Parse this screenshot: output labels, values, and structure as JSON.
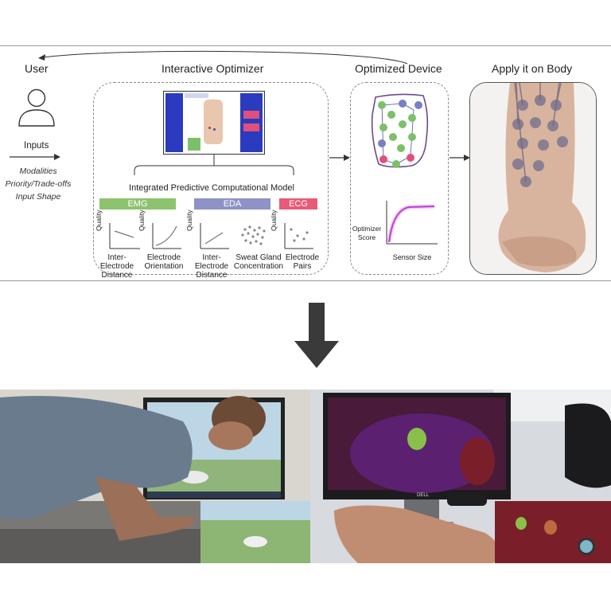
{
  "sections": {
    "user": "User",
    "optimizer": "Interactive Optimizer",
    "device": "Optimized Device",
    "apply": "Apply it on Body"
  },
  "inputs": {
    "title": "Inputs",
    "items": [
      "Modalities",
      "Priority/Trade-offs",
      "Input Shape"
    ]
  },
  "model": {
    "title": "Integrated Predictive Computational Model",
    "tags": [
      {
        "label": "EMG",
        "color": "#8dc26f"
      },
      {
        "label": "EDA",
        "color": "#8e92c6"
      },
      {
        "label": "ECG",
        "color": "#e85a78"
      }
    ],
    "plot_axis_label": "Quality",
    "plots": [
      {
        "caption": [
          "Inter-Electrode",
          "Distance"
        ]
      },
      {
        "caption": [
          "Electrode",
          "Orientation"
        ]
      },
      {
        "caption": [
          "Inter-Electrode",
          "Distance"
        ]
      },
      {
        "caption": [
          "Sweat Gland",
          "Concentration"
        ]
      },
      {
        "caption": [
          "Electrode",
          "Pairs"
        ]
      }
    ]
  },
  "score_plot": {
    "ylabel": [
      "Optimizer",
      "Score"
    ],
    "xlabel": "Sensor Size",
    "curve_color": "#c040d8"
  },
  "device_colors": {
    "green": "#7cc06a",
    "blue": "#7a7fc4",
    "pink": "#e0507a",
    "outline": "#6a4a8a"
  },
  "monitor": {
    "brand": "DELL"
  }
}
